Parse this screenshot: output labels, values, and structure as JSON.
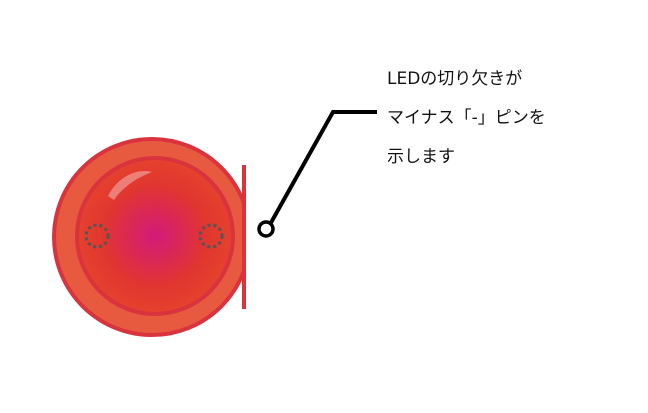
{
  "caption": {
    "lines": [
      "LEDの切り欠きが",
      "マイナス「-」ピンを",
      "示します"
    ]
  },
  "colors": {
    "led_rim": "#E85A40",
    "led_rim_edge": "#D9333D",
    "led_center": "#D41A7A",
    "led_body": "#E8452E",
    "pin_marker": "#555555",
    "callout_line": "#000000"
  },
  "icons": {
    "led": "led-top-view-icon",
    "pin": "pin-hole-icon"
  }
}
